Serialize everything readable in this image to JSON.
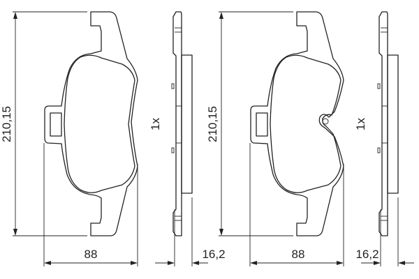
{
  "drawings": [
    {
      "height_dim": "210,15",
      "width_dim": "88",
      "quantity": "1x",
      "thickness_dim": "16,2",
      "variant": "without-sensor-notch"
    },
    {
      "height_dim": "210,15",
      "width_dim": "88",
      "quantity": "1x",
      "thickness_dim": "16,2",
      "variant": "with-sensor-notch"
    }
  ],
  "colors": {
    "line": "#222222",
    "background": "#ffffff"
  }
}
